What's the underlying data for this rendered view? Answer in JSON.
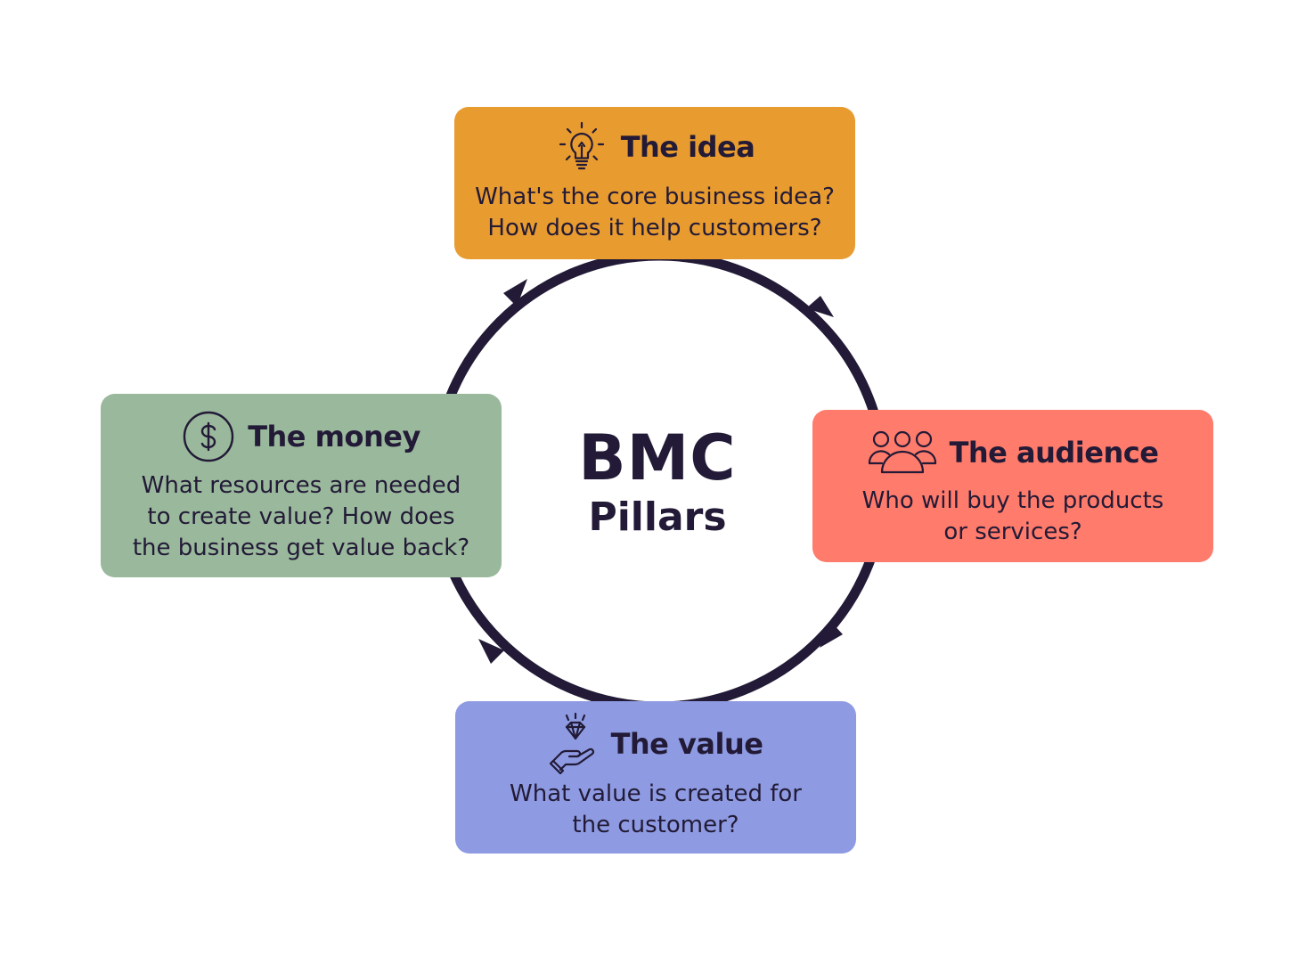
{
  "center": {
    "title": "BMC",
    "subtitle": "Pillars"
  },
  "pillars": [
    {
      "id": "idea",
      "icon": "lightbulb-icon",
      "title": "The idea",
      "lines": [
        "What's the core business idea?",
        "How does it help customers?"
      ],
      "color": "#e89b2f"
    },
    {
      "id": "audience",
      "icon": "people-icon",
      "title": "The audience",
      "lines": [
        "Who will buy the products",
        "or services?"
      ],
      "color": "#ff7b6b"
    },
    {
      "id": "value",
      "icon": "hand-diamond-icon",
      "title": "The value",
      "lines": [
        "What value is created for",
        "the customer?"
      ],
      "color": "#8e9be2"
    },
    {
      "id": "money",
      "icon": "dollar-coin-icon",
      "title": "The money",
      "lines": [
        "What resources are needed",
        "to create value? How does",
        "the business get value back?"
      ],
      "color": "#9ab89c"
    }
  ],
  "cycle": {
    "stroke_color": "#221a36",
    "direction": "clockwise"
  }
}
